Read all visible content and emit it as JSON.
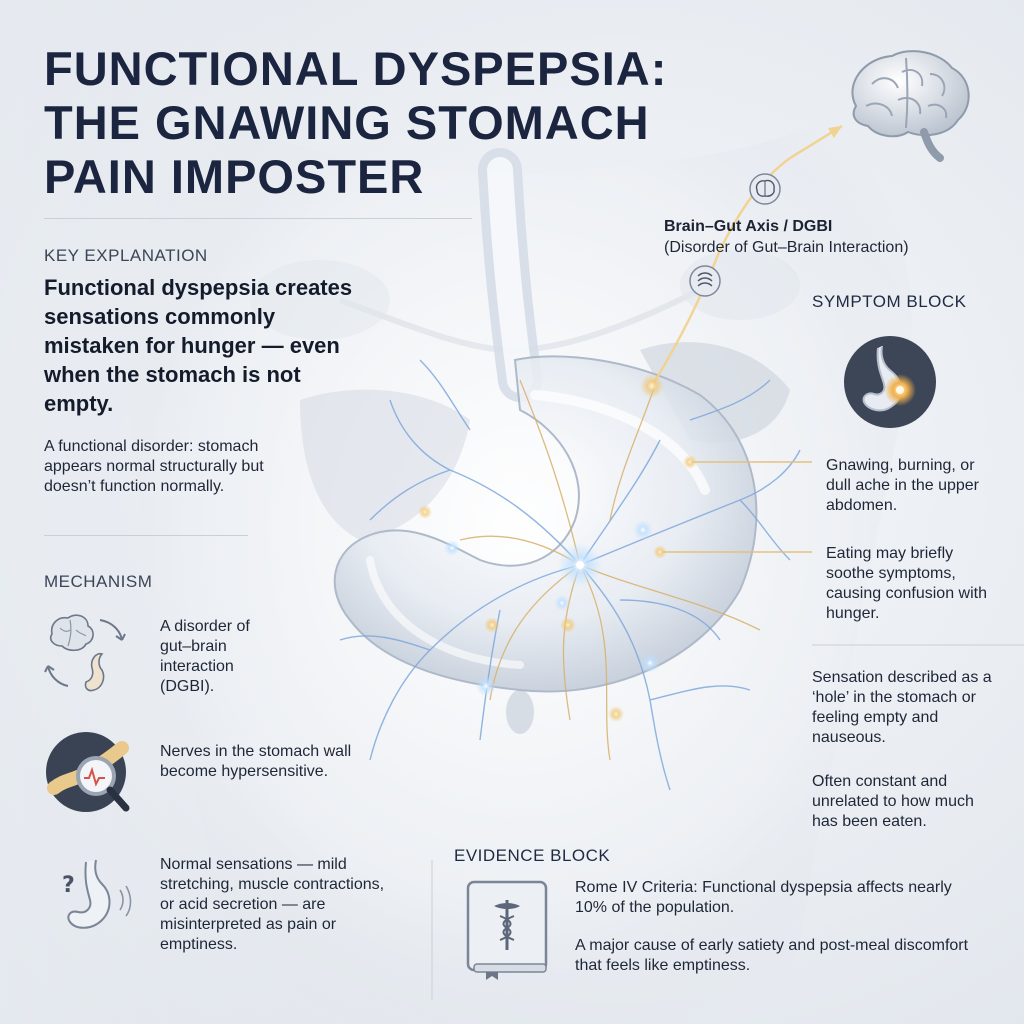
{
  "title": {
    "line1": "FUNCTIONAL DYSPEPSIA:",
    "line2": "THE GNAWING STOMACH",
    "line3": "PAIN IMPOSTER"
  },
  "key_explanation": {
    "label": "KEY EXPLANATION",
    "headline": "Functional dyspepsia creates sensations commonly mistaken for hunger — even when the stomach is not empty.",
    "body": "A functional disorder: stomach appears normal structurally but doesn’t function normally."
  },
  "mechanism": {
    "label": "MECHANISM",
    "items": [
      {
        "icon": "brain-gut-cycle-icon",
        "text": "A disorder of gut–brain interaction (DGBI)."
      },
      {
        "icon": "nerve-magnifier-icon",
        "text": "Nerves in the stomach wall become hypersensitive."
      },
      {
        "icon": "stomach-question-icon",
        "text": "Normal sensations — mild stretching, muscle contractions, or acid secretion — are misinterpreted as pain or emptiness."
      }
    ]
  },
  "brain_gut_axis": {
    "title": "Brain–Gut Axis / DGBI",
    "subtitle": "(Disorder of Gut–Brain Interaction)"
  },
  "symptom_block": {
    "label": "SYMPTOM BLOCK",
    "items": [
      "Gnawing, burning, or dull ache in the upper abdomen.",
      "Eating may briefly soothe symptoms, causing confusion with hunger.",
      "Sensation described as a ‘hole’ in the stomach or feeling empty and nauseous.",
      "Often constant and unrelated to how much has been eaten."
    ]
  },
  "evidence_block": {
    "label": "EVIDENCE BLOCK",
    "items": [
      "Rome IV Criteria: Functional dyspepsia affects nearly 10% of the population.",
      "A major cause of early satiety and post-meal discomfort that feels like emptiness."
    ]
  },
  "colors": {
    "title": "#1c2540",
    "nerve_blue": "#6f9fd8",
    "nerve_gold": "#d9b26a",
    "glow": "#ffffff"
  }
}
